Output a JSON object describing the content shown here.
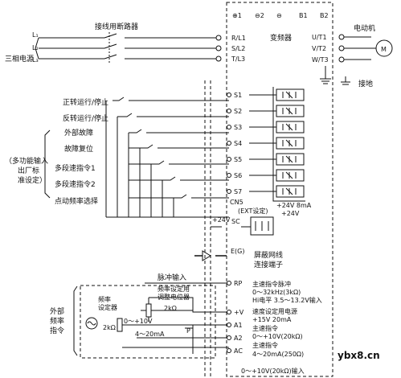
{
  "top_terminals": [
    "⊕1",
    "⊖2",
    "⊖",
    "B1",
    "B2"
  ],
  "breaker_label": "接线用断路器",
  "power_label": "三相电源",
  "line_labels": [
    "L₁",
    "L₂",
    "L₃"
  ],
  "input_terminals": [
    "R/L1",
    "S/L2",
    "T/L3"
  ],
  "inverter_label": "变频器",
  "output_terminals": [
    "U/T1",
    "V/T2",
    "W/T3"
  ],
  "motor_label": "电动机",
  "motor_symbol": "M",
  "ground_label": "接地",
  "control_terminals": [
    "S1",
    "S2",
    "S3",
    "S4",
    "S5",
    "S6",
    "S7",
    "CN5"
  ],
  "inputs_group_label": [
    "（多功能输入",
    "出厂标",
    "准设定）"
  ],
  "input_functions": [
    "正转运行/停止",
    "反转运行/停止",
    "外部故障",
    "故障复位",
    "多段速指令1",
    "多段速指令2",
    "点动频率选择"
  ],
  "ext_label": "(EXT设定)",
  "supply_24v": "+24V",
  "supply_24v_right": "+24V 8mA",
  "sc_terminal": "SC",
  "shield_terminal": "E(G)",
  "shield_label": [
    "屏蔽网线",
    "连接端子"
  ],
  "pulse_input_label": "脉冲输入",
  "rp_terminal": "RP",
  "freq_potentiometer_label": [
    "频率设定用",
    "调整电位器"
  ],
  "pot_value": "2kΩ",
  "freq_setter_label": [
    "频率",
    "设定器"
  ],
  "setter_value": "2kΩ",
  "ext_freq_label": [
    "外部",
    "频率",
    "指令"
  ],
  "analog_terminals": [
    "+V",
    "A1",
    "A2",
    "AC"
  ],
  "voltage_range": "0～+10V",
  "current_range": "4～20mA",
  "p_mark": "P",
  "right_notes": [
    "主速指令脉冲",
    "0～32kHz(3kΩ)",
    "Hi电平 3.5～13.2V输入",
    "速度设定用电源",
    "+15V 20mA",
    "主速指令",
    "0～+10V(20kΩ)",
    "主速指令",
    "4～20mA(250Ω)",
    "0～+10V(20kΩ)输入"
  ],
  "watermark": "ybx8.cn"
}
